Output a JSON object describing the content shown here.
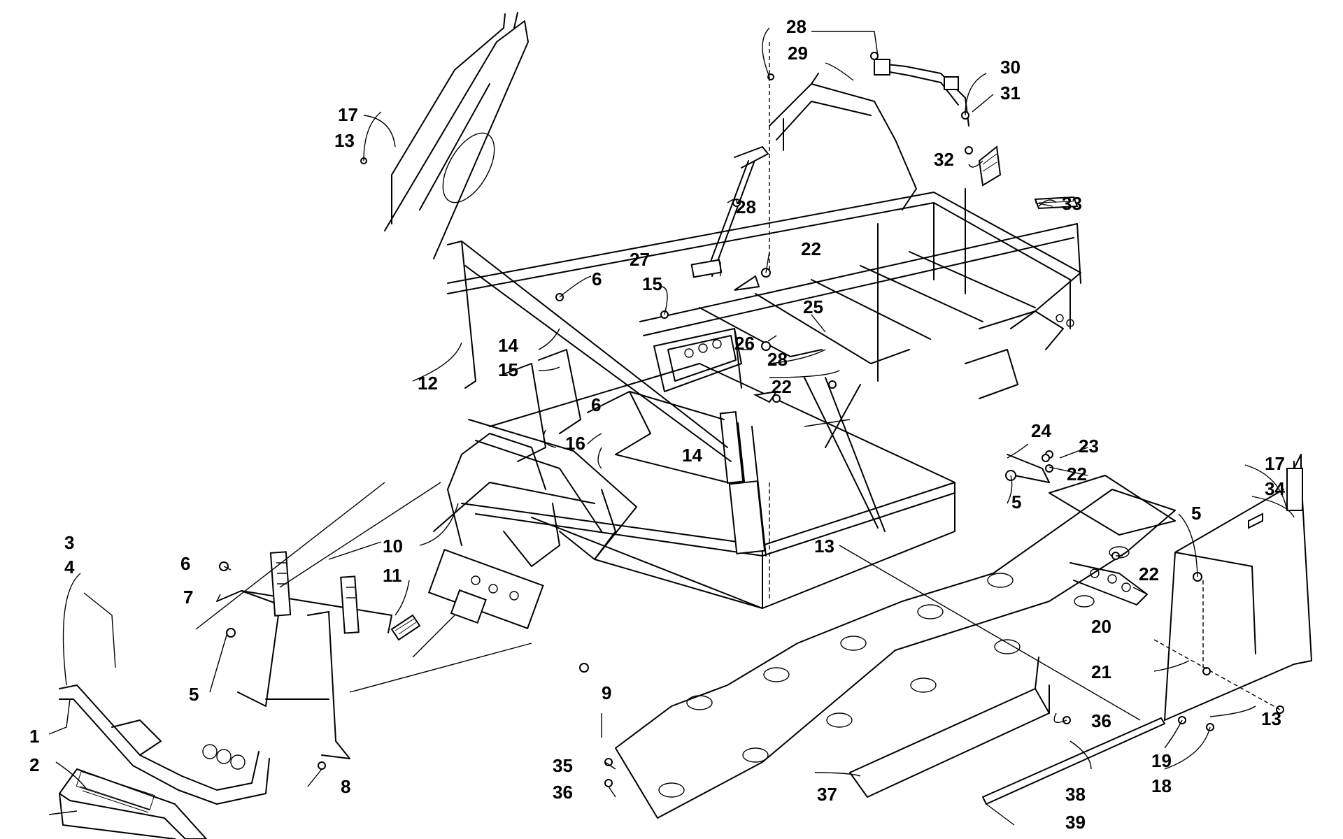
{
  "labels": [
    {
      "id": "l1",
      "text": "1"
    },
    {
      "id": "l2",
      "text": "2"
    },
    {
      "id": "l3",
      "text": "3"
    },
    {
      "id": "l4",
      "text": "4"
    },
    {
      "id": "l5a",
      "text": "5"
    },
    {
      "id": "l5b",
      "text": "5"
    },
    {
      "id": "l5c",
      "text": "5"
    },
    {
      "id": "l6a",
      "text": "6"
    },
    {
      "id": "l6b",
      "text": "6"
    },
    {
      "id": "l6c",
      "text": "6"
    },
    {
      "id": "l7",
      "text": "7"
    },
    {
      "id": "l8",
      "text": "8"
    },
    {
      "id": "l9",
      "text": "9"
    },
    {
      "id": "l10",
      "text": "10"
    },
    {
      "id": "l11",
      "text": "11"
    },
    {
      "id": "l12",
      "text": "12"
    },
    {
      "id": "l13a",
      "text": "13"
    },
    {
      "id": "l13b",
      "text": "13"
    },
    {
      "id": "l13c",
      "text": "13"
    },
    {
      "id": "l14a",
      "text": "14"
    },
    {
      "id": "l14b",
      "text": "14"
    },
    {
      "id": "l15a",
      "text": "15"
    },
    {
      "id": "l15b",
      "text": "15"
    },
    {
      "id": "l16",
      "text": "16"
    },
    {
      "id": "l17a",
      "text": "17"
    },
    {
      "id": "l17b",
      "text": "17"
    },
    {
      "id": "l18",
      "text": "18"
    },
    {
      "id": "l19",
      "text": "19"
    },
    {
      "id": "l20",
      "text": "20"
    },
    {
      "id": "l21",
      "text": "21"
    },
    {
      "id": "l22a",
      "text": "22"
    },
    {
      "id": "l22b",
      "text": "22"
    },
    {
      "id": "l22c",
      "text": "22"
    },
    {
      "id": "l22d",
      "text": "22"
    },
    {
      "id": "l23",
      "text": "23"
    },
    {
      "id": "l24",
      "text": "24"
    },
    {
      "id": "l25",
      "text": "25"
    },
    {
      "id": "l26",
      "text": "26"
    },
    {
      "id": "l27",
      "text": "27"
    },
    {
      "id": "l28a",
      "text": "28"
    },
    {
      "id": "l28b",
      "text": "28"
    },
    {
      "id": "l28c",
      "text": "28"
    },
    {
      "id": "l29",
      "text": "29"
    },
    {
      "id": "l30",
      "text": "30"
    },
    {
      "id": "l31",
      "text": "31"
    },
    {
      "id": "l32",
      "text": "32"
    },
    {
      "id": "l33",
      "text": "33"
    },
    {
      "id": "l34",
      "text": "34"
    },
    {
      "id": "l35",
      "text": "35"
    },
    {
      "id": "l36a",
      "text": "36"
    },
    {
      "id": "l36b",
      "text": "36"
    },
    {
      "id": "l37",
      "text": "37"
    },
    {
      "id": "l38",
      "text": "38"
    },
    {
      "id": "l39",
      "text": "39"
    }
  ]
}
